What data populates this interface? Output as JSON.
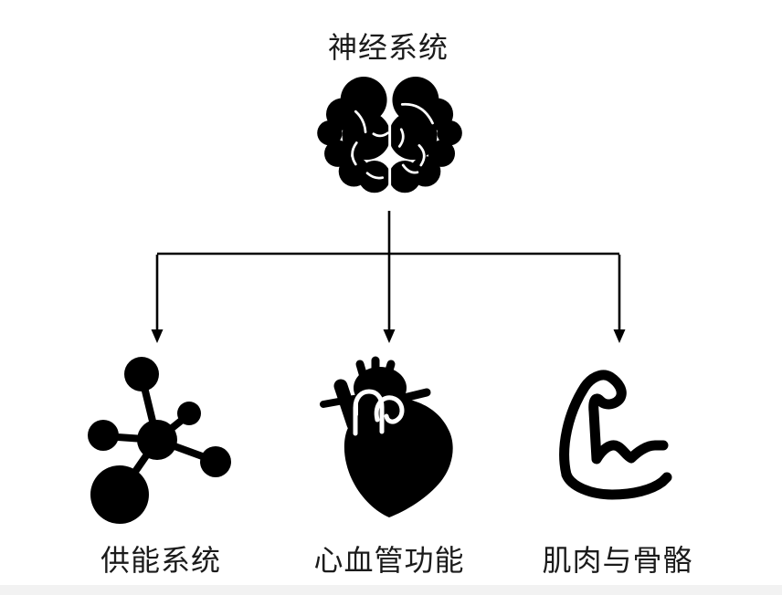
{
  "colors": {
    "ink": "#000000",
    "text": "#1b1b1b",
    "background": "#ffffff"
  },
  "diagram": {
    "type": "hierarchy",
    "root": {
      "label": "神经系统",
      "icon": "brain-icon"
    },
    "children": [
      {
        "label": "供能系统",
        "icon": "molecule-icon"
      },
      {
        "label": "心血管功能",
        "icon": "anatomical-heart-icon"
      },
      {
        "label": "肌肉与骨骼",
        "icon": "flexed-biceps-icon"
      }
    ],
    "connector": "one-to-three-arrows"
  }
}
